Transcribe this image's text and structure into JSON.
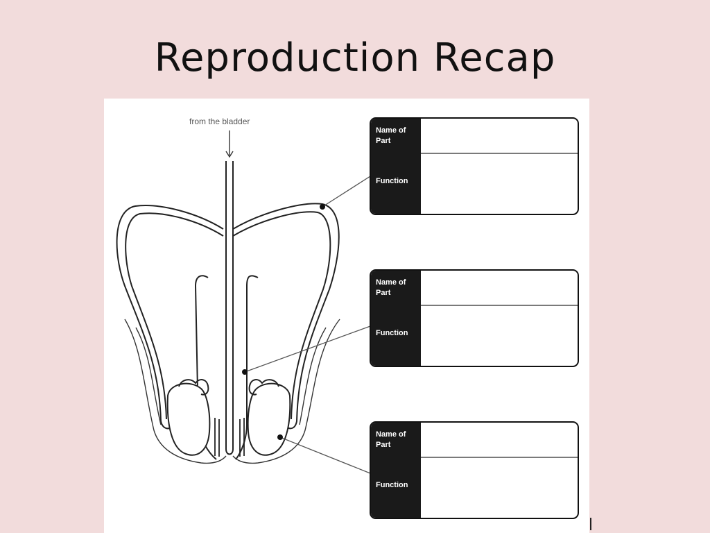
{
  "slide": {
    "title": "Reproduction Recap"
  },
  "diagram": {
    "caption": "from the bladder",
    "label_boxes": [
      {
        "name_label": "Name of\nPart",
        "function_label": "Function",
        "name_value": "",
        "function_value": ""
      },
      {
        "name_label": "Name of\nPart",
        "function_label": "Function",
        "name_value": "",
        "function_value": ""
      },
      {
        "name_label": "Name of\nPart",
        "function_label": "Function",
        "name_value": "",
        "function_value": ""
      }
    ]
  },
  "colors": {
    "background": "#f2dcdc",
    "worksheet": "#ffffff",
    "ink": "#111111"
  }
}
